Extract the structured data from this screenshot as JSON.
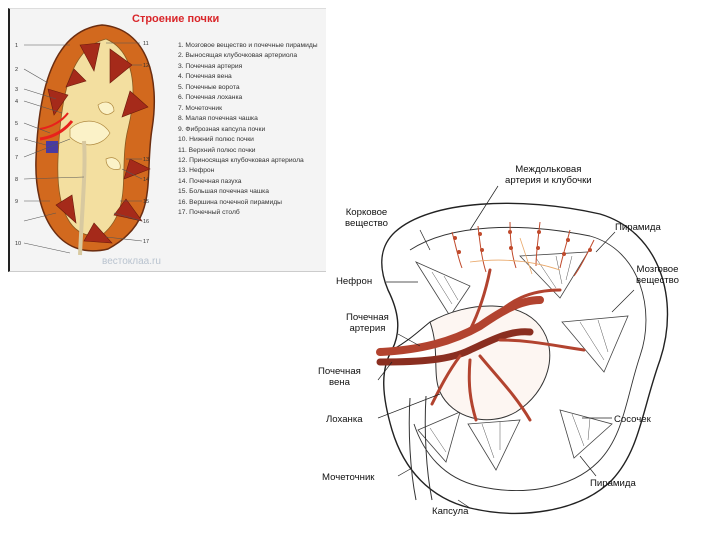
{
  "left_panel": {
    "title": "Строение почки",
    "watermark": "вестоклаа.ru",
    "legend": [
      "1. Мозговое вещество и почечные пирамиды",
      "2. Выносящая клубочковая артериола",
      "3. Почечная артерия",
      "4. Почечная вена",
      "5. Почечные ворота",
      "6. Почечная лоханка",
      "7. Мочеточник",
      "8. Малая почечная чашка",
      "9. Фиброзная капсула почки",
      "10. Нижний полюс почки",
      "11. Верхний полюс почки",
      "12. Приносящая клубочковая артериола",
      "13. Нефрон",
      "14. Почечная пазуха",
      "15. Большая почечная чашка",
      "16. Вершина почечной пирамиды",
      "17. Почечный столб"
    ],
    "callouts_left": [
      "1",
      "2",
      "3",
      "4",
      "5",
      "6",
      "7",
      "8",
      "9",
      "10"
    ],
    "callouts_right": [
      "11",
      "12",
      "13",
      "14",
      "15",
      "16",
      "17"
    ]
  },
  "right_panel": {
    "labels": {
      "interlobular": "Междольковая\nартерия и клубочки",
      "cortex": "Корковое\nвещество",
      "pyramid_top": "Пирамида",
      "medulla": "Мозговое\nвещество",
      "nephron": "Нефрон",
      "renal_artery": "Почечная\nартерия",
      "renal_vein": "Почечная\nвена",
      "pelvis": "Лоханка",
      "papilla": "Сосочек",
      "ureter": "Мочеточник",
      "pyramid_bottom": "Пирамида",
      "capsule": "Капсула"
    }
  },
  "colors": {
    "title_red": "#d9262a",
    "cortex_orange": "#d2691e",
    "medulla_red": "#a52a1a",
    "sinus_yellow": "#f3dfa0",
    "vessel_red": "#b2432f",
    "artery_red": "#e8211c",
    "vein_purple": "#4a3aa0"
  }
}
